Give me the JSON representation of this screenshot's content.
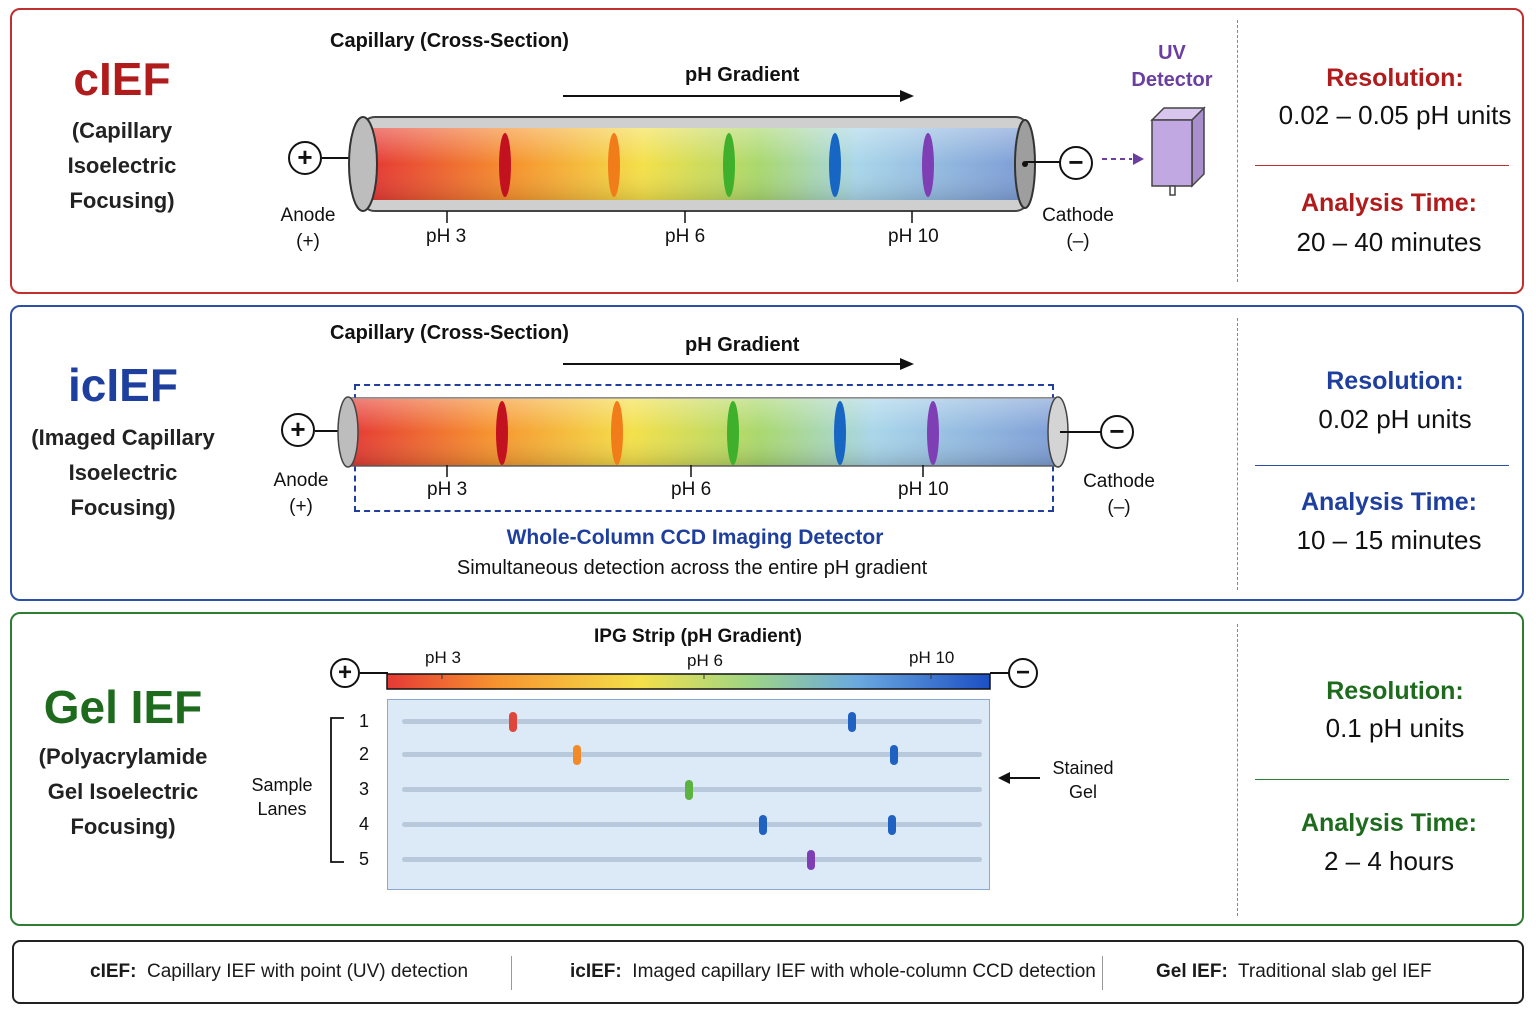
{
  "panels": {
    "cief": {
      "title": "cIEF",
      "subtitle_lines": [
        "(Capillary",
        "Isoelectric",
        "Focusing)"
      ],
      "capillary_title": "Capillary (Cross-Section)",
      "gradient_label": "pH Gradient",
      "anode_label": "Anode",
      "anode_sign": "(+)",
      "cathode_label": "Cathode",
      "cathode_sign": "(–)",
      "ph_ticks": [
        "pH 3",
        "pH 6",
        "pH 10"
      ],
      "detector_lines": [
        "UV",
        "Detector"
      ],
      "resolution_label": "Resolution:",
      "resolution_value": "0.02 – 0.05 pH units",
      "time_label": "Analysis Time:",
      "time_value": "20 – 40 minutes",
      "accent": "#b01c1c"
    },
    "icief": {
      "title": "icIEF",
      "subtitle_lines": [
        "(Imaged Capillary",
        "Isoelectric",
        "Focusing)"
      ],
      "capillary_title": "Capillary (Cross-Section)",
      "gradient_label": "pH Gradient",
      "anode_label": "Anode",
      "anode_sign": "(+)",
      "cathode_label": "Cathode",
      "cathode_sign": "(–)",
      "ph_ticks": [
        "pH 3",
        "pH 6",
        "pH 10"
      ],
      "detector_title": "Whole-Column CCD Imaging Detector",
      "detector_desc": "Simultaneous detection across the entire pH gradient",
      "resolution_label": "Resolution:",
      "resolution_value": "0.02 pH units",
      "time_label": "Analysis Time:",
      "time_value": "10 – 15 minutes",
      "accent": "#1f3f9e"
    },
    "gel": {
      "title": "Gel IEF",
      "subtitle_lines": [
        "(Polyacrylamide",
        "Gel Isoelectric",
        "Focusing)"
      ],
      "strip_title": "IPG Strip (pH Gradient)",
      "ph_ticks": [
        "pH 3",
        "pH 6",
        "pH 10"
      ],
      "sample_lanes_lines": [
        "Sample",
        "Lanes"
      ],
      "lane_numbers": [
        "1",
        "2",
        "3",
        "4",
        "5"
      ],
      "stained_gel_lines": [
        "Stained",
        "Gel"
      ],
      "resolution_label": "Resolution:",
      "resolution_value": "0.1 pH units",
      "time_label": "Analysis Time:",
      "time_value": "2 – 4 hours",
      "accent": "#1e6b1e"
    }
  },
  "legend": {
    "items": [
      {
        "key": "cIEF:",
        "text": "Capillary IEF with point (UV) detection"
      },
      {
        "key": "icIEF:",
        "text": "Imaged capillary IEF with whole-column CCD detection"
      },
      {
        "key": "Gel IEF:",
        "text": "Traditional slab gel IEF"
      }
    ]
  },
  "colors": {
    "red": "#c0302e",
    "blue": "#2c4fa8",
    "green": "#2e7d32",
    "purple": "#6a3fa0"
  }
}
